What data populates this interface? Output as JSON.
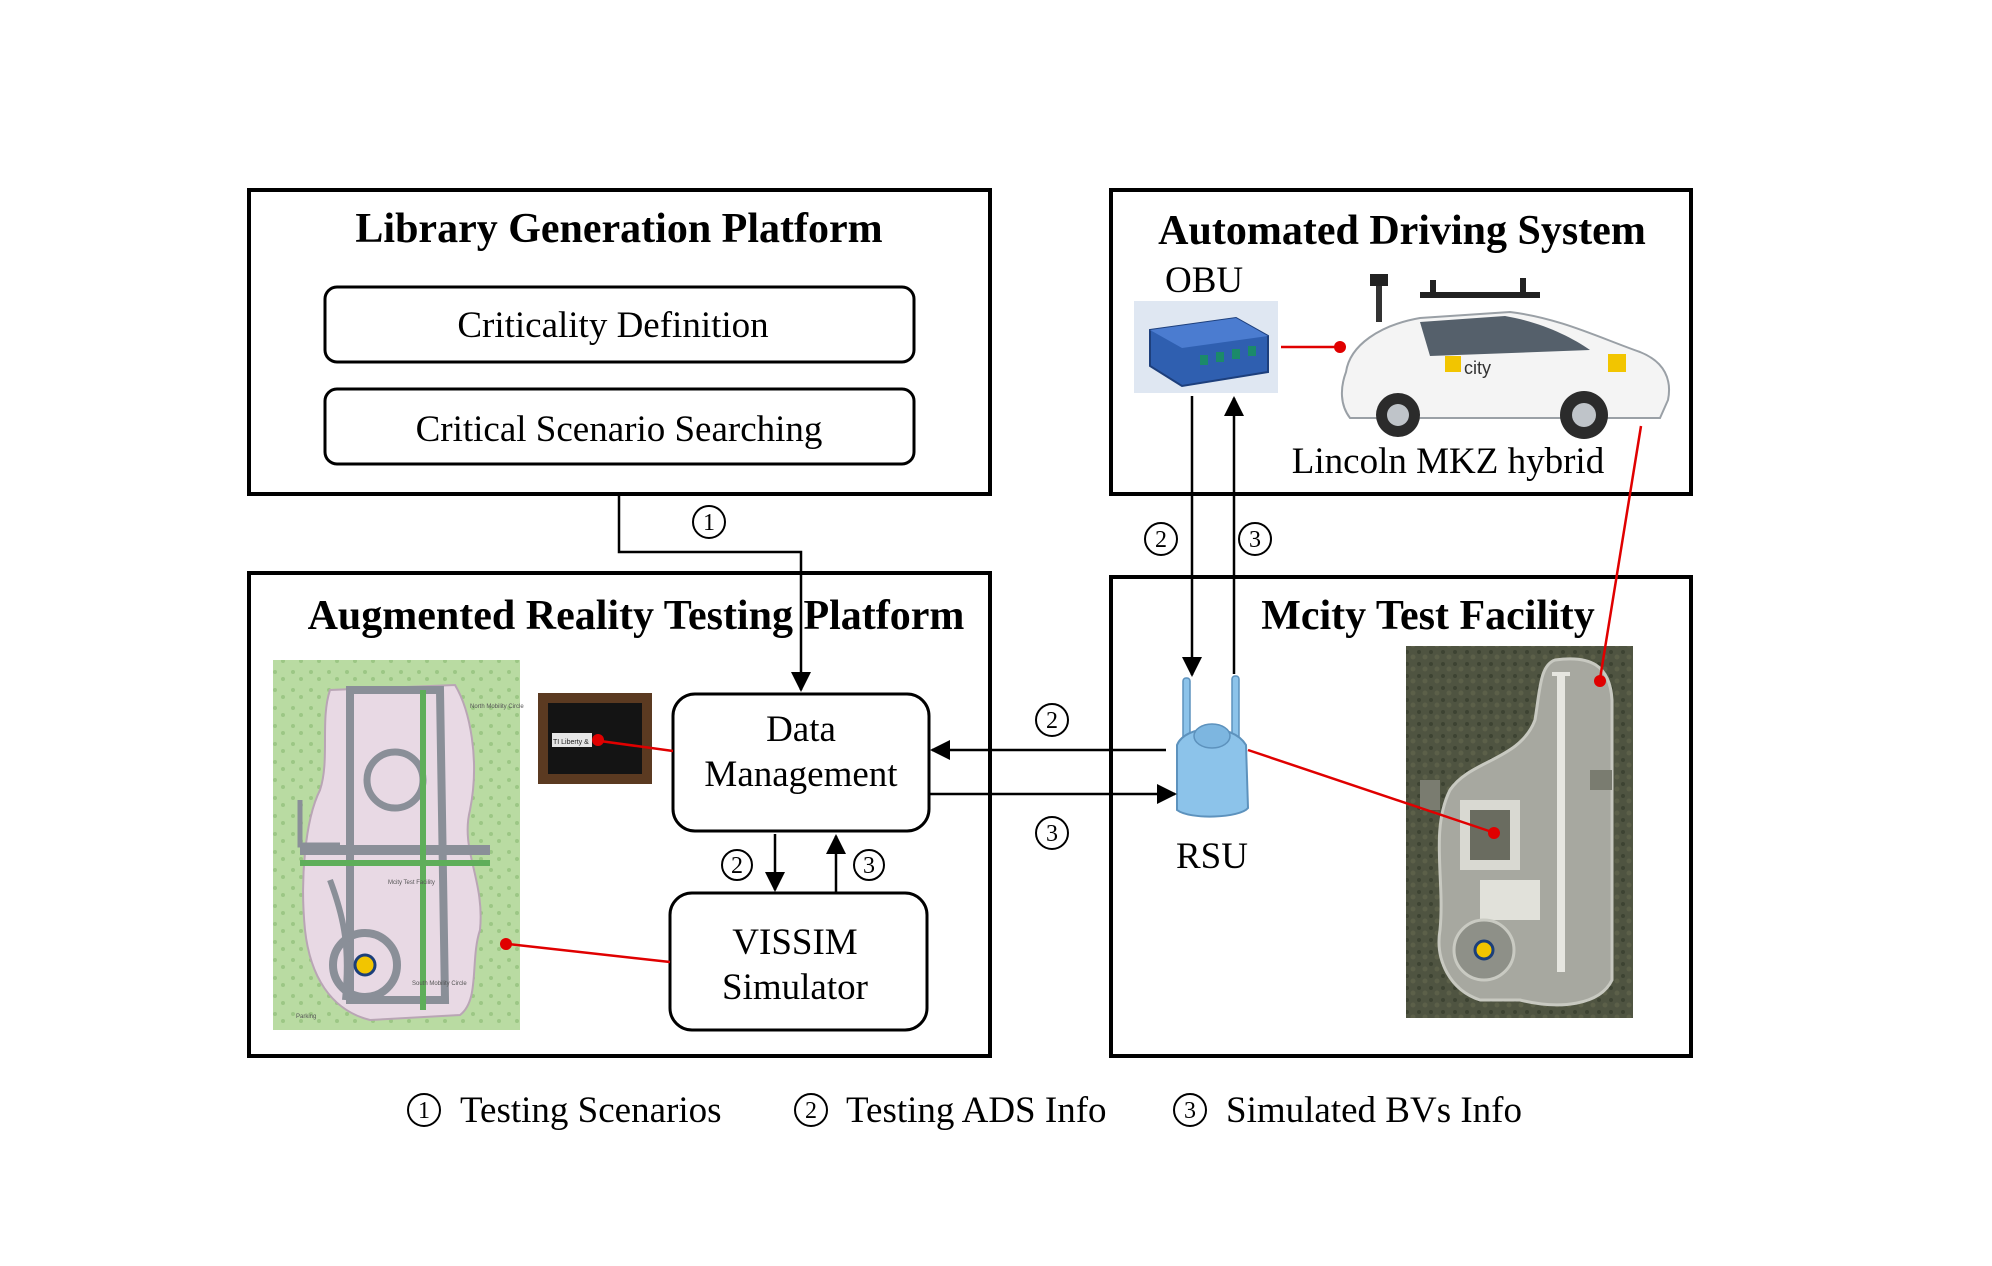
{
  "platforms": {
    "library": {
      "title": "Library Generation Platform",
      "items": [
        "Criticality Definition",
        "Critical Scenario Searching"
      ]
    },
    "ads": {
      "title": "Automated Driving System",
      "obu_label": "OBU",
      "vehicle_label": "Lincoln MKZ hybrid",
      "vehicle_badge": "city"
    },
    "ar": {
      "title": "Augmented Reality Testing Platform",
      "data_management": [
        "Data",
        "Management"
      ],
      "simulator": [
        "VISSIM",
        "Simulator"
      ],
      "map_labels": [
        "North Mobility Circle",
        "Mcity Test Facility",
        "South Mobility Circle",
        "Parking"
      ],
      "display_text": "TI Liberty &"
    },
    "mcity": {
      "title": "Mcity Test Facility",
      "rsu_label": "RSU"
    }
  },
  "markers": {
    "m1": "①",
    "m2": "②",
    "m3": "③"
  },
  "legend": [
    {
      "marker": "①",
      "text": "Testing Scenarios"
    },
    {
      "marker": "②",
      "text": "Testing ADS Info"
    },
    {
      "marker": "③",
      "text": "Simulated BVs Info"
    }
  ],
  "colors": {
    "link_red": "#e00000",
    "device_blue": "#2f5fb0",
    "rsu_blue": "#8cc3ea",
    "map_green": "#b7d9a0",
    "map_road": "#8a8f98",
    "aerial_dark": "#4d5040"
  },
  "icons": [
    "obu-device-icon",
    "vehicle-icon",
    "rsu-antenna-icon",
    "map-icon",
    "aerial-photo-icon",
    "display-icon"
  ]
}
